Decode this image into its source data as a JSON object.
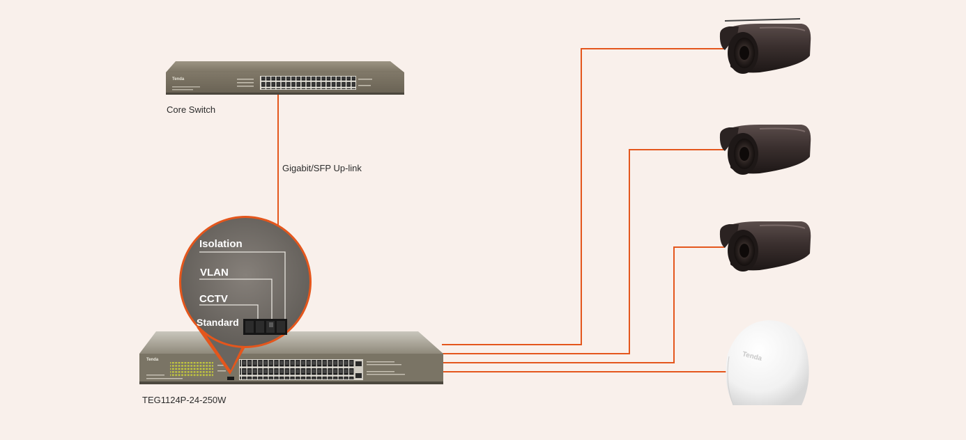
{
  "diagram": {
    "colors": {
      "background": "#f9f0eb",
      "link": "#e4561c",
      "switch_body": "#7d7566"
    },
    "core_switch": {
      "label": "Core Switch",
      "brand": "Tenda",
      "icon": "rack-switch-icon"
    },
    "uplink": {
      "label": "Gigabit/SFP Up-link"
    },
    "poe_switch": {
      "label": "TEG1124P-24-250W",
      "brand": "Tenda",
      "icon": "rack-poe-switch-icon"
    },
    "dip_switch_modes": [
      "Isolation",
      "VLAN",
      "CCTV",
      "Standard"
    ],
    "devices": [
      {
        "type": "camera",
        "icon": "cctv-camera-icon"
      },
      {
        "type": "camera",
        "icon": "cctv-camera-icon"
      },
      {
        "type": "camera",
        "icon": "cctv-camera-icon"
      },
      {
        "type": "access-point",
        "icon": "ceiling-access-point-icon",
        "brand": "Tenda"
      }
    ]
  }
}
